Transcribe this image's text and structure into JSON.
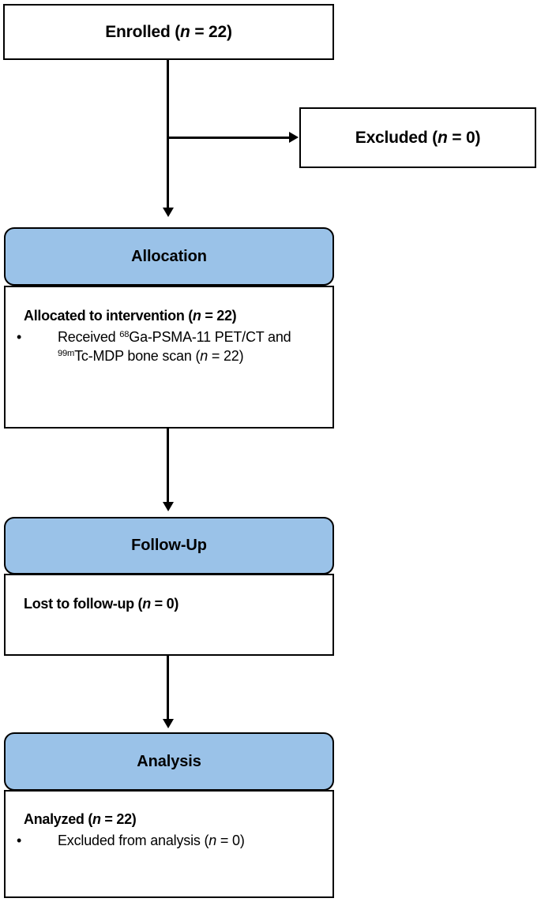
{
  "figure": {
    "type": "consort-flow-diagram",
    "colors": {
      "stage_header_fill": "#9AC2E8",
      "border": "#000000",
      "background": "#FFFFFF",
      "text": "#000000"
    }
  },
  "nodes": {
    "enrolled": {
      "label_prefix": "Enrolled (",
      "n_symbol": "n",
      "label_mid": " = ",
      "n_value": "22",
      "label_suffix": ")"
    },
    "excluded": {
      "label_prefix": "Excluded (",
      "n_symbol": "n",
      "label_mid": " = ",
      "n_value": "0",
      "label_suffix": ")"
    },
    "allocation": {
      "stage_title": "Allocation",
      "heading_prefix": "Allocated to intervention (",
      "heading_n_symbol": "n",
      "heading_mid": " = ",
      "heading_n_value": "22",
      "heading_suffix": ")",
      "bullets": [
        {
          "bullet_glyph": "•",
          "seg1": "Received ",
          "sup1": "68",
          "seg2": "Ga-PSMA-11 PET/CT and ",
          "sup2": "99m",
          "seg3": "Tc-MDP bone scan (",
          "n_symbol": "n",
          "mid": " = ",
          "n_value": "22",
          "suffix": ")"
        }
      ]
    },
    "followup": {
      "stage_title": "Follow-Up",
      "heading_prefix": "Lost to follow-up (",
      "heading_n_symbol": "n",
      "heading_mid": " = ",
      "heading_n_value": "0",
      "heading_suffix": ")",
      "bullets": []
    },
    "analysis": {
      "stage_title": "Analysis",
      "heading_prefix": "Analyzed (",
      "heading_n_symbol": "n",
      "heading_mid": " = ",
      "heading_n_value": "22",
      "heading_suffix": ")",
      "bullets": [
        {
          "bullet_glyph": "•",
          "seg1": "Excluded from analysis (",
          "n_symbol": "n",
          "mid": " = ",
          "n_value": "0",
          "suffix": ")"
        }
      ]
    }
  }
}
